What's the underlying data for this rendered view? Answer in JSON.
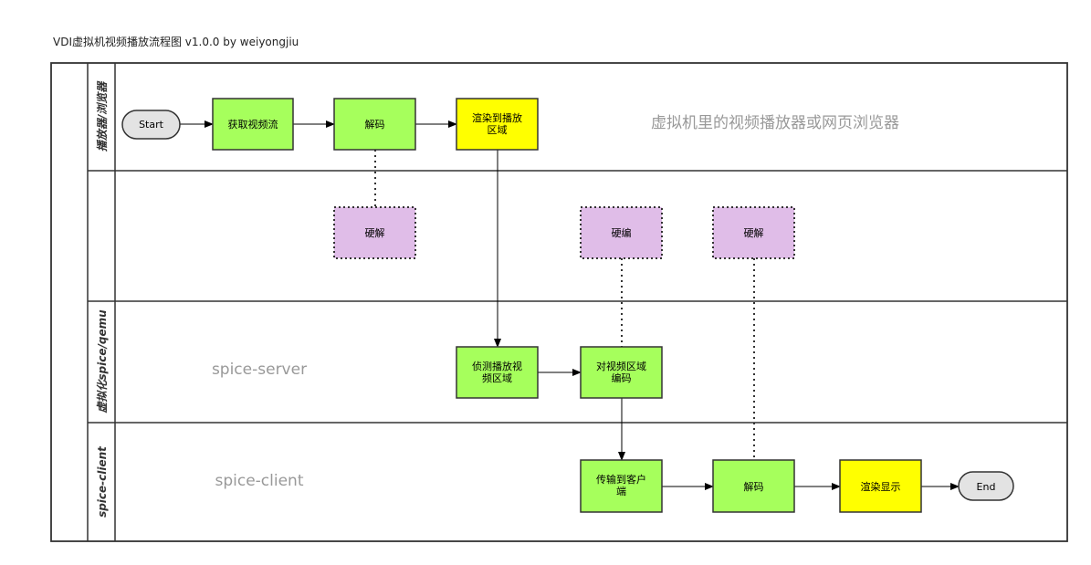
{
  "diagram": {
    "title": "VDI虚拟机视频播放流程图 v1.0.0 by weiyongjiu",
    "lanes": {
      "browser": "播放器/浏览器",
      "middle": "",
      "spice": "虚拟化spice/qemu",
      "client": "spice-client"
    },
    "annotations": {
      "vm_player": "虚拟机里的视频播放器或网页浏览器",
      "spice_server": "spice-server",
      "spice_client": "spice-client"
    },
    "nodes": {
      "start": "Start",
      "get_stream": "获取视频流",
      "decode1": "解码",
      "render_area": "渲染到播放\n区域",
      "hw_decode1": "硬解",
      "hw_encode": "硬编",
      "hw_decode2": "硬解",
      "detect_area": "侦测播放视\n频区域",
      "encode_area": "对视频区域\n编码",
      "transfer": "传输到客户\n端",
      "decode2": "解码",
      "render_show": "渲染显示",
      "end": "End"
    },
    "colors": {
      "process": "#a6ff5c",
      "render": "#ffff00",
      "hardware": "#e0bde8",
      "terminal": "#e3e3e3",
      "border": "#333333",
      "annotation": "#999999"
    }
  }
}
